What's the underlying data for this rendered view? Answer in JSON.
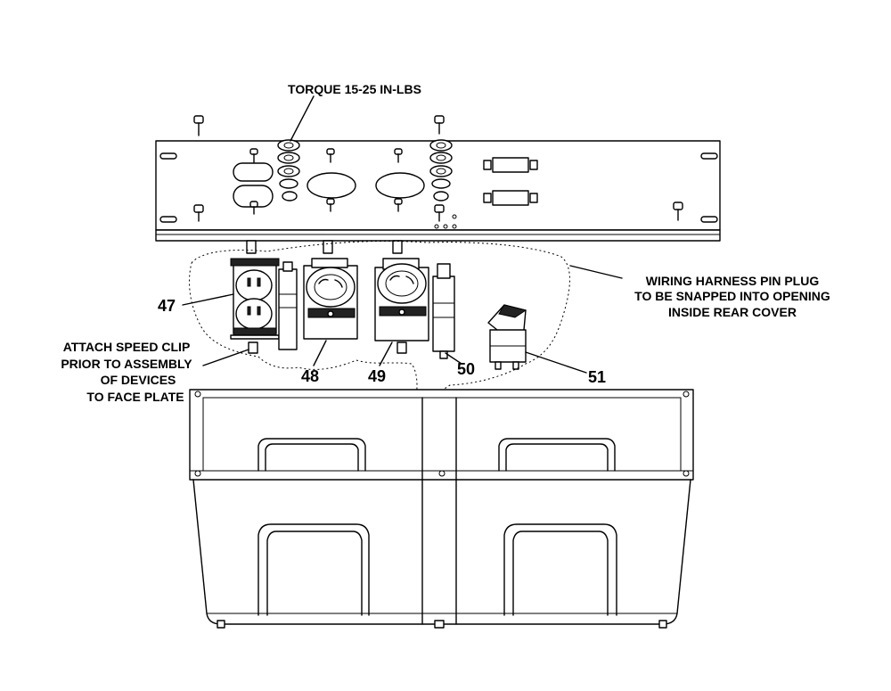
{
  "notes": {
    "torque": "TORQUE 15-25 IN-LBS",
    "wiring_line1": "WIRING HARNESS PIN PLUG",
    "wiring_line2": "TO BE SNAPPED INTO OPENING",
    "wiring_line3": "INSIDE REAR COVER",
    "speed_line1": "ATTACH SPEED CLIP",
    "speed_line2": "PRIOR TO ASSEMBLY",
    "speed_line3": "OF DEVICES",
    "speed_line4": "TO FACE PLATE"
  },
  "callouts": {
    "c47": "47",
    "c48": "48",
    "c49": "49",
    "c50": "50",
    "c51": "51"
  }
}
